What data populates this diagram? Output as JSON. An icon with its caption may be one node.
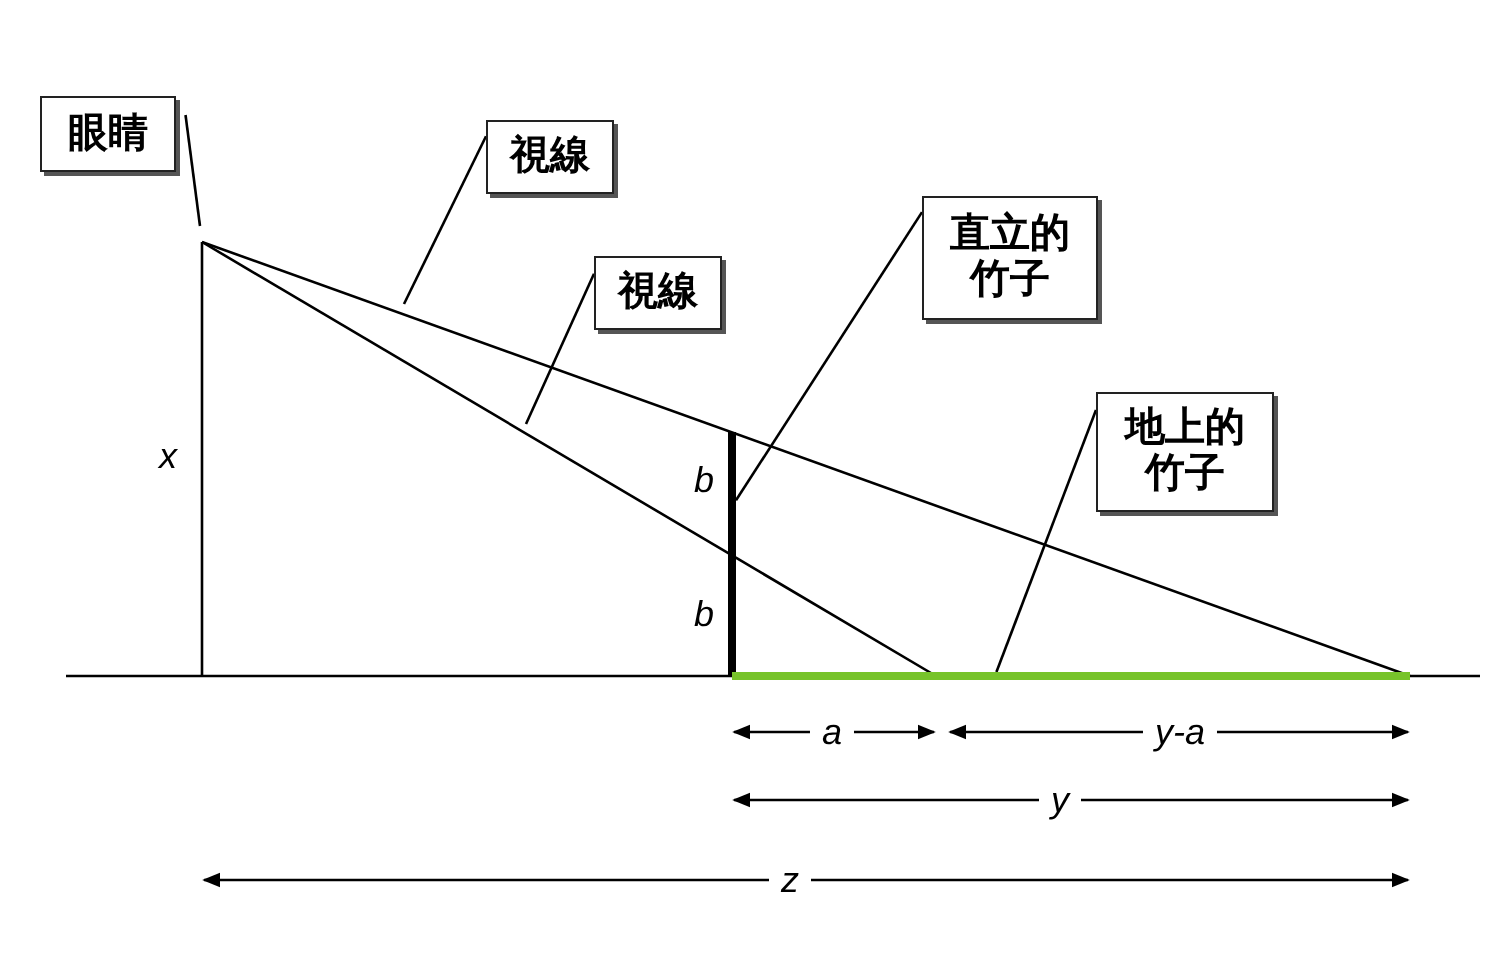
{
  "diagram": {
    "nodes": [
      {
        "text": [
          "眼睛"
        ]
      },
      {
        "text": [
          "視線"
        ]
      },
      {
        "text": [
          "視線"
        ]
      },
      {
        "text": [
          "直立的竹子"
        ]
      },
      {
        "text": [
          "地上的竹子"
        ]
      },
      {
        "text": [],
        "shape": "bar"
      },
      {
        "text": [],
        "shape": "bar"
      }
    ],
    "edges": [
      {
        "from": 0,
        "to": null,
        "arrow": "none"
      },
      {
        "from": 1,
        "to": null,
        "arrow": "none"
      },
      {
        "from": 2,
        "to": null,
        "arrow": "none"
      },
      {
        "from": 3,
        "to": 5,
        "arrow": "none"
      },
      {
        "from": 4,
        "to": 6,
        "arrow": "none"
      }
    ],
    "labels": [
      "x",
      "b",
      "b",
      "a",
      "y-a",
      "y",
      "z"
    ]
  }
}
